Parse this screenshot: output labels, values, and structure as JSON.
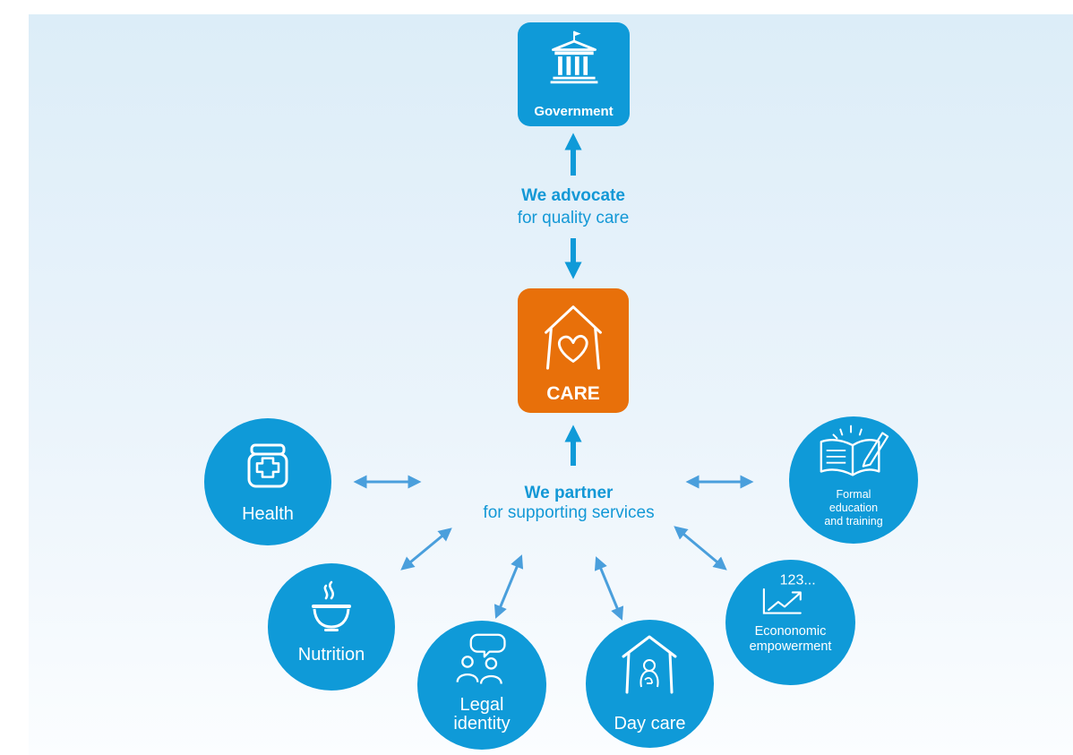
{
  "colors": {
    "accent": "#0f9ad8",
    "care": "#e8700a",
    "arrow": "#4a9fdc",
    "text_blue": "#1398d6"
  },
  "government": {
    "label": "Government",
    "icon": "government-building-icon"
  },
  "advocacy": {
    "line1": "We advocate",
    "line2": "for quality care"
  },
  "care": {
    "label": "CARE",
    "icon": "house-heart-icon"
  },
  "partnership": {
    "line1": "We partner",
    "line2": "for supporting services"
  },
  "services": [
    {
      "label": "Health",
      "icon": "medicine-jar-icon"
    },
    {
      "label": "Nutrition",
      "icon": "steaming-bowl-icon"
    },
    {
      "label_line1": "Legal",
      "label_line2": "identity",
      "icon": "people-speech-icon"
    },
    {
      "label": "Day care",
      "icon": "house-child-icon"
    },
    {
      "label_line1": "Econonomic",
      "label_line2": "empowerment",
      "icon": "growth-chart-icon",
      "icon_text": "123..."
    },
    {
      "label_line1": "Formal",
      "label_line2": "education",
      "label_line3": "and training",
      "icon": "book-pen-icon"
    }
  ]
}
